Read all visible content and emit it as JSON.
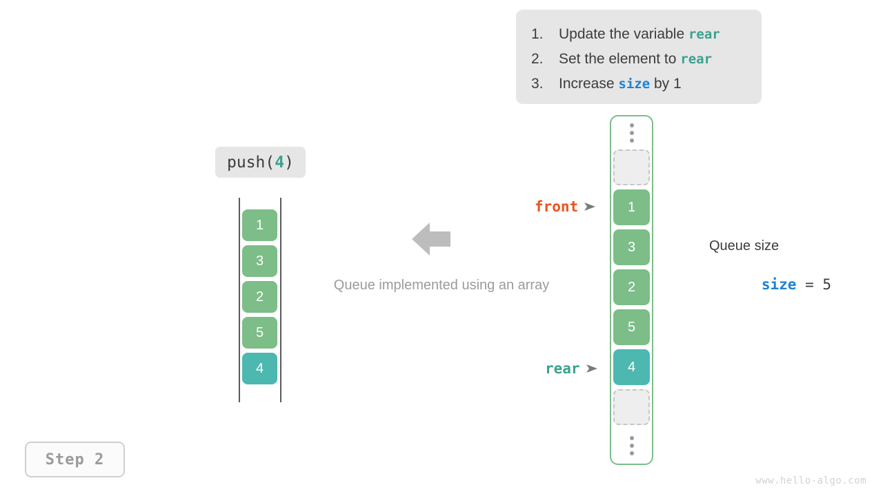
{
  "instructions": {
    "items": [
      {
        "num": "1.",
        "pre": "Update the variable ",
        "keyword": "rear",
        "keyword_kind": "rear",
        "post": ""
      },
      {
        "num": "2.",
        "pre": "Set the element to ",
        "keyword": "rear",
        "keyword_kind": "rear",
        "post": ""
      },
      {
        "num": "3.",
        "pre": "Increase ",
        "keyword": "size",
        "keyword_kind": "size",
        "post": " by 1"
      }
    ]
  },
  "operation": {
    "name": "push(",
    "arg": "4",
    "close": ")"
  },
  "left_array": {
    "cells": [
      {
        "value": "1",
        "kind": "green"
      },
      {
        "value": "3",
        "kind": "green"
      },
      {
        "value": "2",
        "kind": "green"
      },
      {
        "value": "5",
        "kind": "green"
      },
      {
        "value": "4",
        "kind": "teal"
      }
    ]
  },
  "caption": "Queue implemented using an array",
  "pointers": {
    "front": "front",
    "rear": "rear"
  },
  "right_array": {
    "top_dots": "⋮",
    "bottom_dots": "⋮",
    "cells": [
      {
        "value": "",
        "kind": "empty"
      },
      {
        "value": "1",
        "kind": "green"
      },
      {
        "value": "3",
        "kind": "green"
      },
      {
        "value": "2",
        "kind": "green"
      },
      {
        "value": "5",
        "kind": "green"
      },
      {
        "value": "4",
        "kind": "teal"
      },
      {
        "value": "",
        "kind": "empty"
      }
    ]
  },
  "size_panel": {
    "title": "Queue size",
    "var": "size",
    "operator": " = ",
    "value": "5"
  },
  "step_badge": "Step 2",
  "watermark": "www.hello-algo.com",
  "colors": {
    "green": "#7cbd88",
    "teal": "#4cb8b0",
    "orange": "#e8541e",
    "blue": "#1b82d6",
    "keyword_teal": "#3aa18f",
    "panel_bg": "#e6e6e6",
    "muted": "#9b9b9b"
  }
}
